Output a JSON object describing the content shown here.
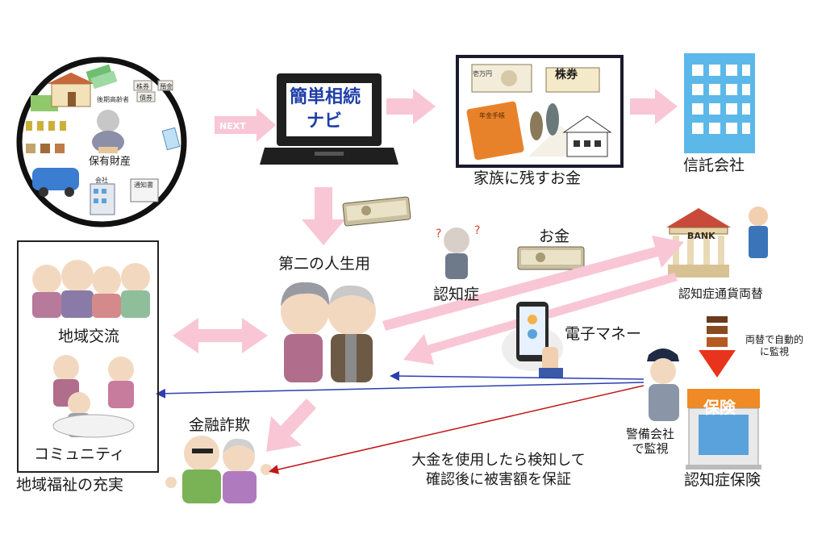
{
  "labels": {
    "assets": "保有財産",
    "assets_senior": "後期高齢者",
    "assets_stock": "株券",
    "assets_bond": "債券",
    "assets_deposit": "預金",
    "assets_company": "会社",
    "assets_notice": "通知書",
    "next_arrow": "NEXT",
    "navi_line1": "簡単相続",
    "navi_line2": "ナビ",
    "family_money": "家族に残すお金",
    "family_stock": "株券",
    "family_pension": "年金手帳",
    "family_note": "壱万円",
    "trust_company": "信託会社",
    "second_life": "第二の人生用",
    "dementia": "認知症",
    "money": "お金",
    "bank_sign": "BANK",
    "dementia_currency": "認知症通貨両替",
    "e_money": "電子マネー",
    "auto_monitor": "両替で自動的\nに監視",
    "regional_exchange": "地域交流",
    "community": "コミュニティ",
    "regional_welfare": "地域福祉の充実",
    "fraud": "金融詐欺",
    "guard_company": "警備会社\nで監視",
    "insurance_sign": "保険",
    "dementia_insurance": "認知症保険",
    "detection_text": "大金を使用したら検知して\n確認後に被害額を保証"
  },
  "colors": {
    "arrow_pink": "#f9c6d6",
    "navi_blue": "#1e3fa8",
    "building_blue": "#5bb8e8",
    "insurance_orange": "#f08a24",
    "line_blue": "#2c3fb0",
    "line_red": "#c01818",
    "down_arrow_red": "#e8341c"
  },
  "icons": [
    "assets-circle-icon",
    "laptop-icon",
    "building-icon",
    "bank-icon",
    "banknote-bundle-icon",
    "smartphone-icon",
    "guard-icon",
    "insurance-office-icon",
    "elderly-couple-icon",
    "elderly-group-icon"
  ]
}
